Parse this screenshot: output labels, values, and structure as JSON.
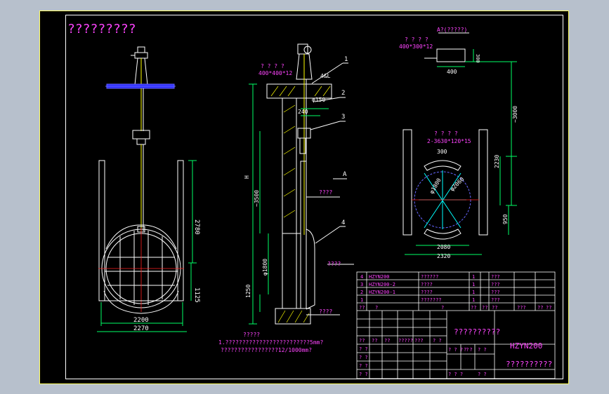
{
  "title": "?????????",
  "colors": {
    "background": "#000000",
    "window": "#b7c0cc",
    "line": "#ffffff",
    "frame": "#ffff66",
    "text": "#ff44ff",
    "steel": "#ffff00",
    "dim": "#00ff66",
    "aux": "#00ffff",
    "red": "#ff2020"
  },
  "front_view": {
    "dim_2780": "2780",
    "dim_1125": "1125",
    "dim_2200": "2200",
    "dim_2270": "2270"
  },
  "side_view": {
    "label_1": "1",
    "label_2": "2",
    "label_3": "3",
    "label_4": "4",
    "label_a": "A",
    "plate_note": "? ? ? ?",
    "plate_size": "400*400*12",
    "bolt": "4&L",
    "d150": "φ150",
    "d240": "240",
    "h": "H",
    "d3500": "~3500",
    "d1800": "φ1800",
    "d1250": "1250",
    "note_mid": "????",
    "note_low": "????",
    "note_bottom": "????"
  },
  "section_view": {
    "header": "A?(?????)",
    "plate_note": "? ? ? ?",
    "plate_size": "400*300*12",
    "w400": "400",
    "h300": "300",
    "d3000": "~3000",
    "rib_note": "? ? ? ?",
    "rib_size": "2-3630*120*15",
    "w300": "300",
    "d2230": "2230",
    "d2060": "φ2060",
    "d1800": "φ1800",
    "d950": "950",
    "w2080": "2080",
    "w2320": "2320"
  },
  "notes": {
    "head": "?????",
    "line1": "1.?????????????????????????5mm?",
    "line2": "?????????????????12/1000mm?"
  },
  "parts": [
    {
      "no": "4",
      "code": "HZYN200",
      "name": "??????",
      "qty": "1",
      "material": "???"
    },
    {
      "no": "3",
      "code": "HZYN200-2",
      "name": "????",
      "qty": "1",
      "material": "???"
    },
    {
      "no": "2",
      "code": "HZYN200-1",
      "name": "????",
      "qty": "1",
      "material": "???"
    },
    {
      "no": "1",
      "code": "",
      "name": "???????",
      "qty": "1",
      "material": "???"
    }
  ],
  "parts_header": [
    "??",
    "?",
    "?",
    "??",
    "??",
    "??",
    "???",
    "??",
    "??"
  ],
  "title_block": {
    "drawing_title": "??????????",
    "drawing_code": "HZYN200",
    "company": "??????????",
    "rev_header": [
      "??",
      "??",
      "??",
      "?????",
      "???",
      "? ?"
    ],
    "row_design": [
      "? ?"
    ],
    "row_check": [
      "? ?"
    ],
    "row_std": [
      "? ?"
    ],
    "row_proc": [
      "? ?"
    ],
    "stage_label": "? ? ? ?",
    "weight": "? ?",
    "scale": "? ?",
    "sheet": "? ? ?",
    "sheets": "? ?"
  }
}
